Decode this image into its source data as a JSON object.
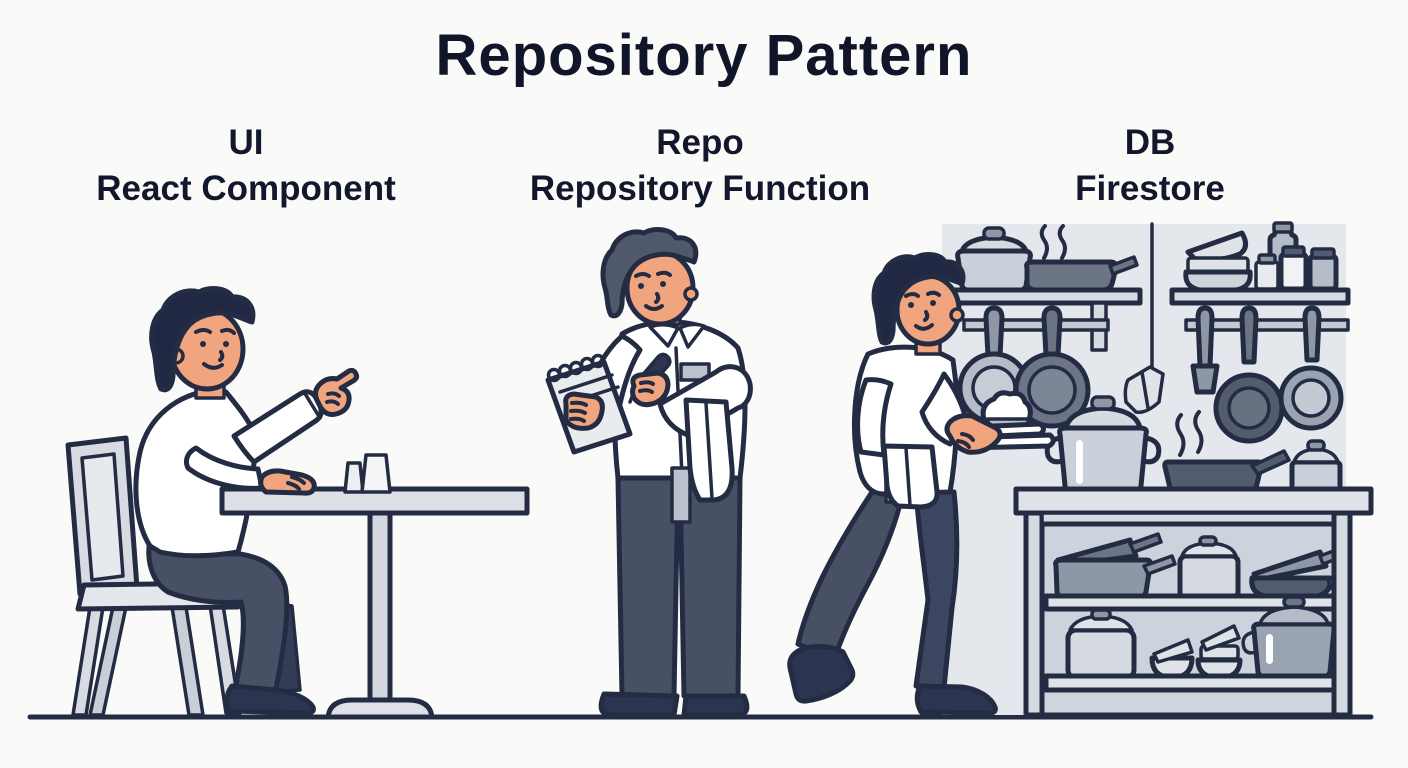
{
  "title": "Repository Pattern",
  "columns": [
    {
      "abbr": "UI",
      "label": "React Component",
      "depicts": "Customer seated on a chair at a table, pointing to place an order"
    },
    {
      "abbr": "Repo",
      "label": "Repository Function",
      "depicts": "Waiter standing and writing the order on a spiral notepad, towel over arm"
    },
    {
      "abbr": "DB",
      "label": "Firestore",
      "depicts": "Kitchen with shelves of pots and pans; server carries out a plated dish"
    }
  ],
  "colors": {
    "background": "#FAFAF9",
    "ink_outline": "#242C44",
    "heading_text": "#10152A",
    "skin": "#F1A57E",
    "shirt_white": "#FFFFFF",
    "pants_slate": "#475064",
    "shoes_navy": "#2C3550",
    "hair_dark_navy": "#212844",
    "hair_gray": "#4F596B",
    "furniture_light_gray": "#D8DCE2",
    "kitchen_panel": "#E4E7EC",
    "cookware_light": "#C9D0D9",
    "cookware_mid": "#8D97A6",
    "cookware_dark": "#525C6E",
    "steam_gray": "#8C96A6"
  }
}
